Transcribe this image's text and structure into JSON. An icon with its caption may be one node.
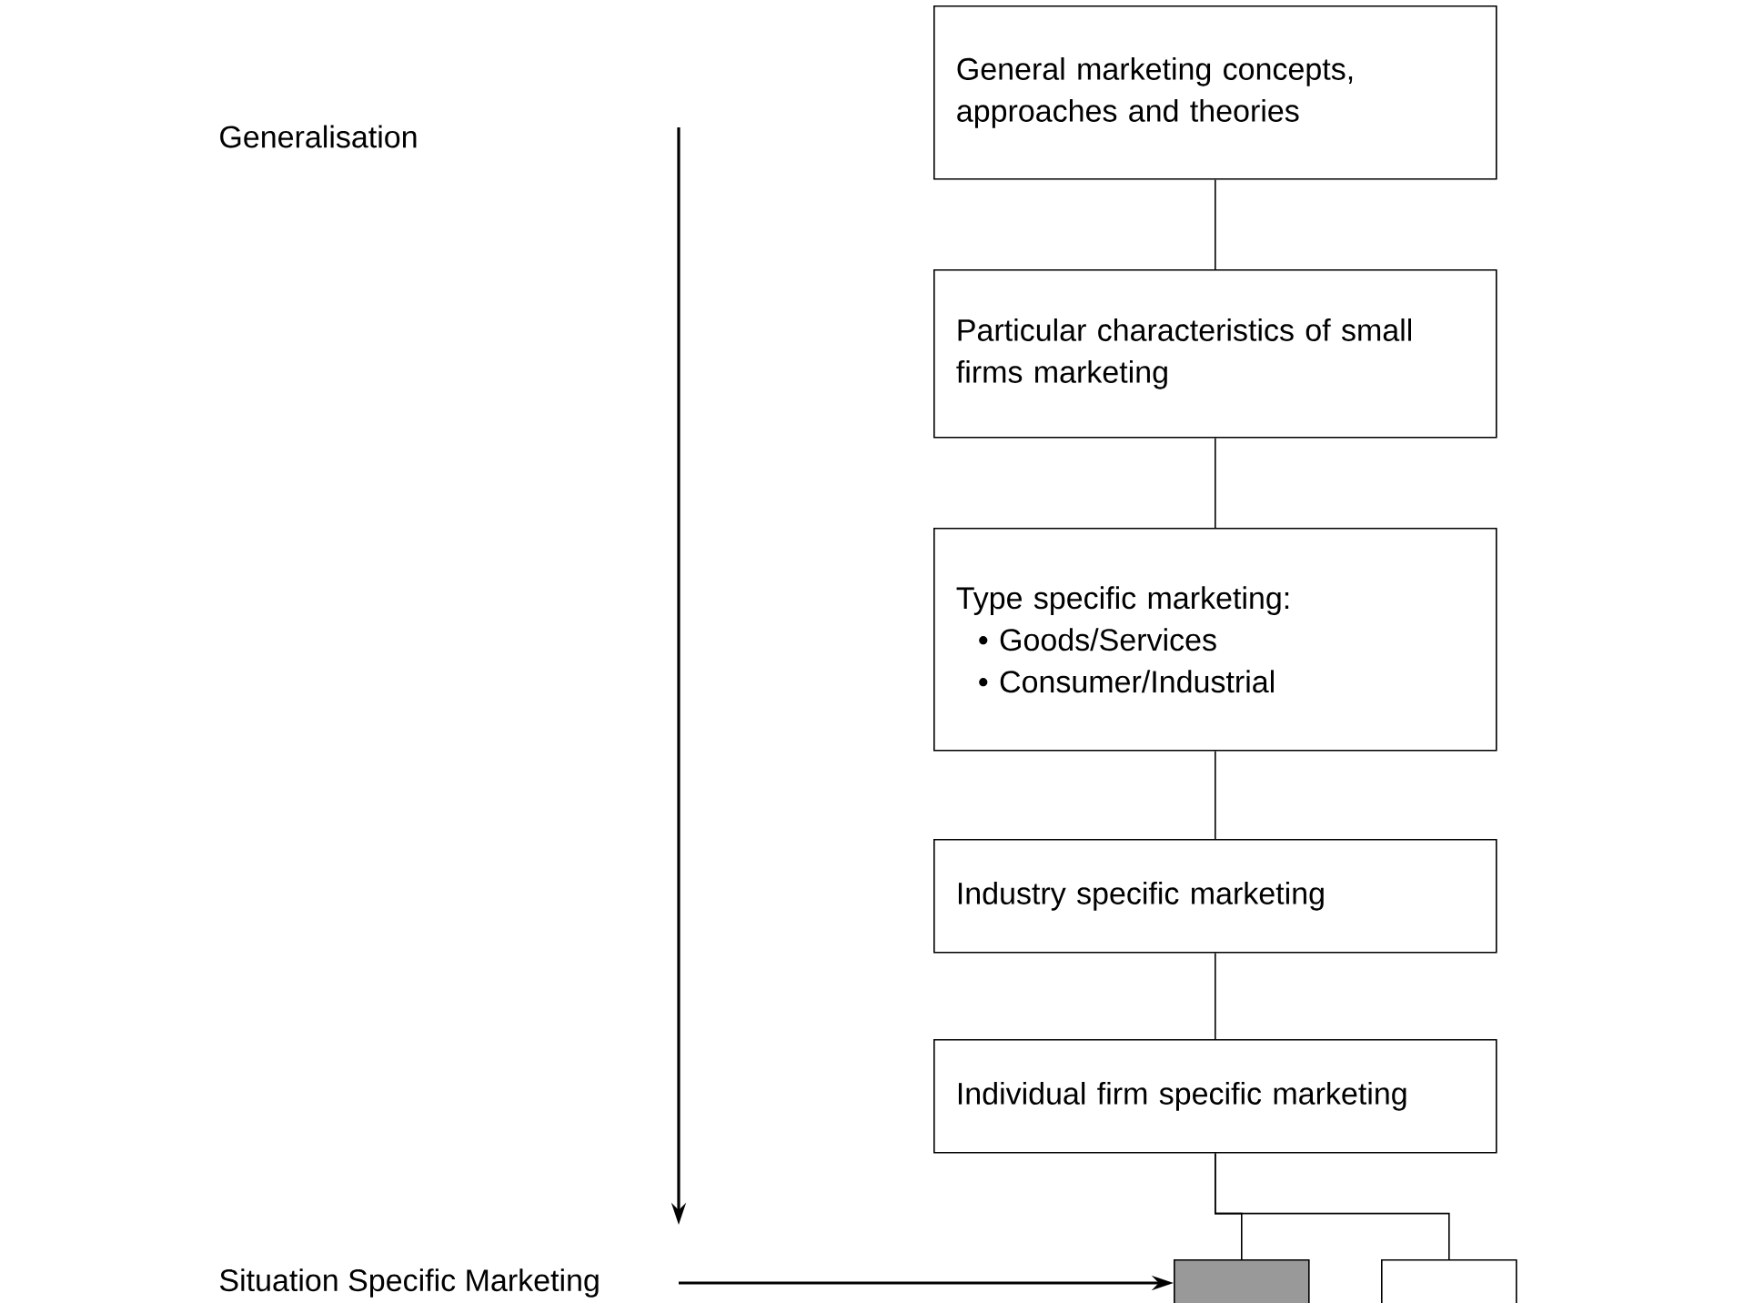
{
  "diagram": {
    "nodes": [
      {
        "text": [
          "General marketing concepts, approaches and theories"
        ]
      },
      {
        "text": [
          "Particular characteristics of small firms marketing"
        ]
      },
      {
        "text": [
          "Type specific marketing:",
          "• Goods/Services",
          "• Consumer/Industrial"
        ]
      },
      {
        "text": [
          "Industry specific marketing"
        ]
      },
      {
        "text": [
          "Individual firm specific marketing"
        ]
      },
      {
        "text": [],
        "shape": "box"
      },
      {
        "text": [],
        "shape": "box"
      }
    ],
    "edges": [
      {
        "from": 0,
        "to": 1,
        "arrow": "none"
      },
      {
        "from": 1,
        "to": 2,
        "arrow": "none"
      },
      {
        "from": 2,
        "to": 3,
        "arrow": "none"
      },
      {
        "from": 3,
        "to": 4,
        "arrow": "none"
      },
      {
        "from": 4,
        "to": 5,
        "arrow": "none"
      },
      {
        "from": 4,
        "to": 6,
        "arrow": "none"
      },
      {
        "from": null,
        "to": 5,
        "arrow": "to"
      }
    ],
    "labels": [
      "Generalisation",
      "Situation Specific Marketing"
    ]
  }
}
